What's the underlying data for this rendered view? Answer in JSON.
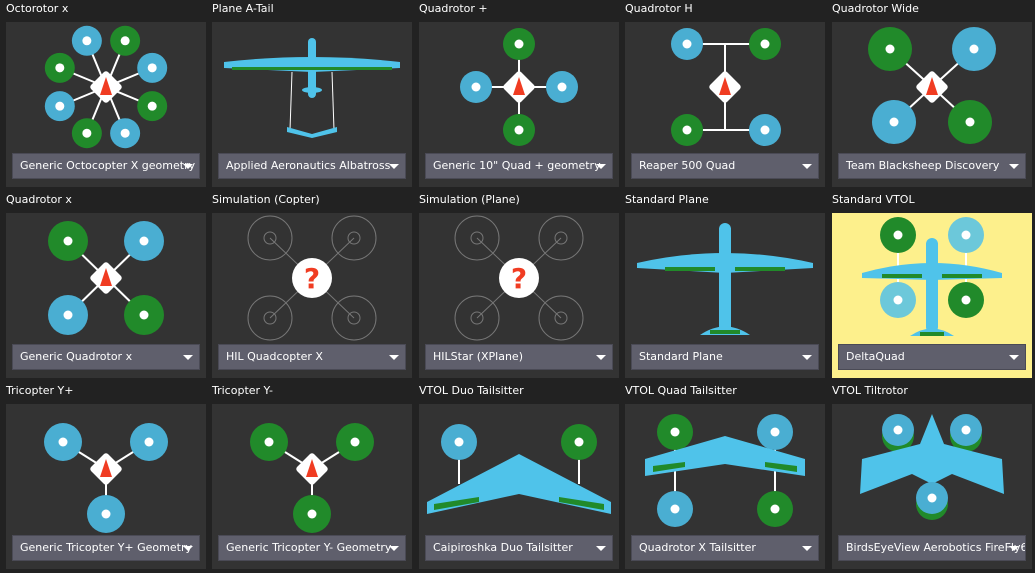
{
  "colors": {
    "rotor_blue": "#4aaed2",
    "rotor_green": "#218a2a",
    "airframe_blue": "#4fc3ea",
    "selected_bg": "#fdf08c",
    "tile_bg": "#333333",
    "center_red": "#f03c22"
  },
  "airframes": [
    {
      "title": "Octorotor x",
      "selected": "Generic Octocopter X geometry",
      "icon": "octo-x"
    },
    {
      "title": "Plane A-Tail",
      "selected": "Applied Aeronautics Albatross",
      "icon": "plane-atail"
    },
    {
      "title": "Quadrotor +",
      "selected": "Generic 10\" Quad + geometry",
      "icon": "quad-plus"
    },
    {
      "title": "Quadrotor H",
      "selected": "Reaper 500 Quad",
      "icon": "quad-h"
    },
    {
      "title": "Quadrotor Wide",
      "selected": "Team Blacksheep Discovery",
      "icon": "quad-wide"
    },
    {
      "title": "Quadrotor x",
      "selected": "Generic Quadrotor x",
      "icon": "quad-x"
    },
    {
      "title": "Simulation (Copter)",
      "selected": "HIL Quadcopter X",
      "icon": "sim"
    },
    {
      "title": "Simulation (Plane)",
      "selected": "HILStar (XPlane)",
      "icon": "sim"
    },
    {
      "title": "Standard Plane",
      "selected": "Standard Plane",
      "icon": "plane"
    },
    {
      "title": "Standard VTOL",
      "selected": "DeltaQuad",
      "icon": "vtol",
      "active": true
    },
    {
      "title": "Tricopter Y+",
      "selected": "Generic Tricopter Y+ Geometry",
      "icon": "tri-plus"
    },
    {
      "title": "Tricopter Y-",
      "selected": "Generic Tricopter Y- Geometry",
      "icon": "tri-minus"
    },
    {
      "title": "VTOL Duo Tailsitter",
      "selected": "Caipiroshka Duo Tailsitter",
      "icon": "duo-tailsitter"
    },
    {
      "title": "VTOL Quad Tailsitter",
      "selected": "Quadrotor X Tailsitter",
      "icon": "quad-tailsitter"
    },
    {
      "title": "VTOL Tiltrotor",
      "selected": "BirdsEyeView Aerobotics FireFly6",
      "icon": "tiltrotor"
    }
  ]
}
